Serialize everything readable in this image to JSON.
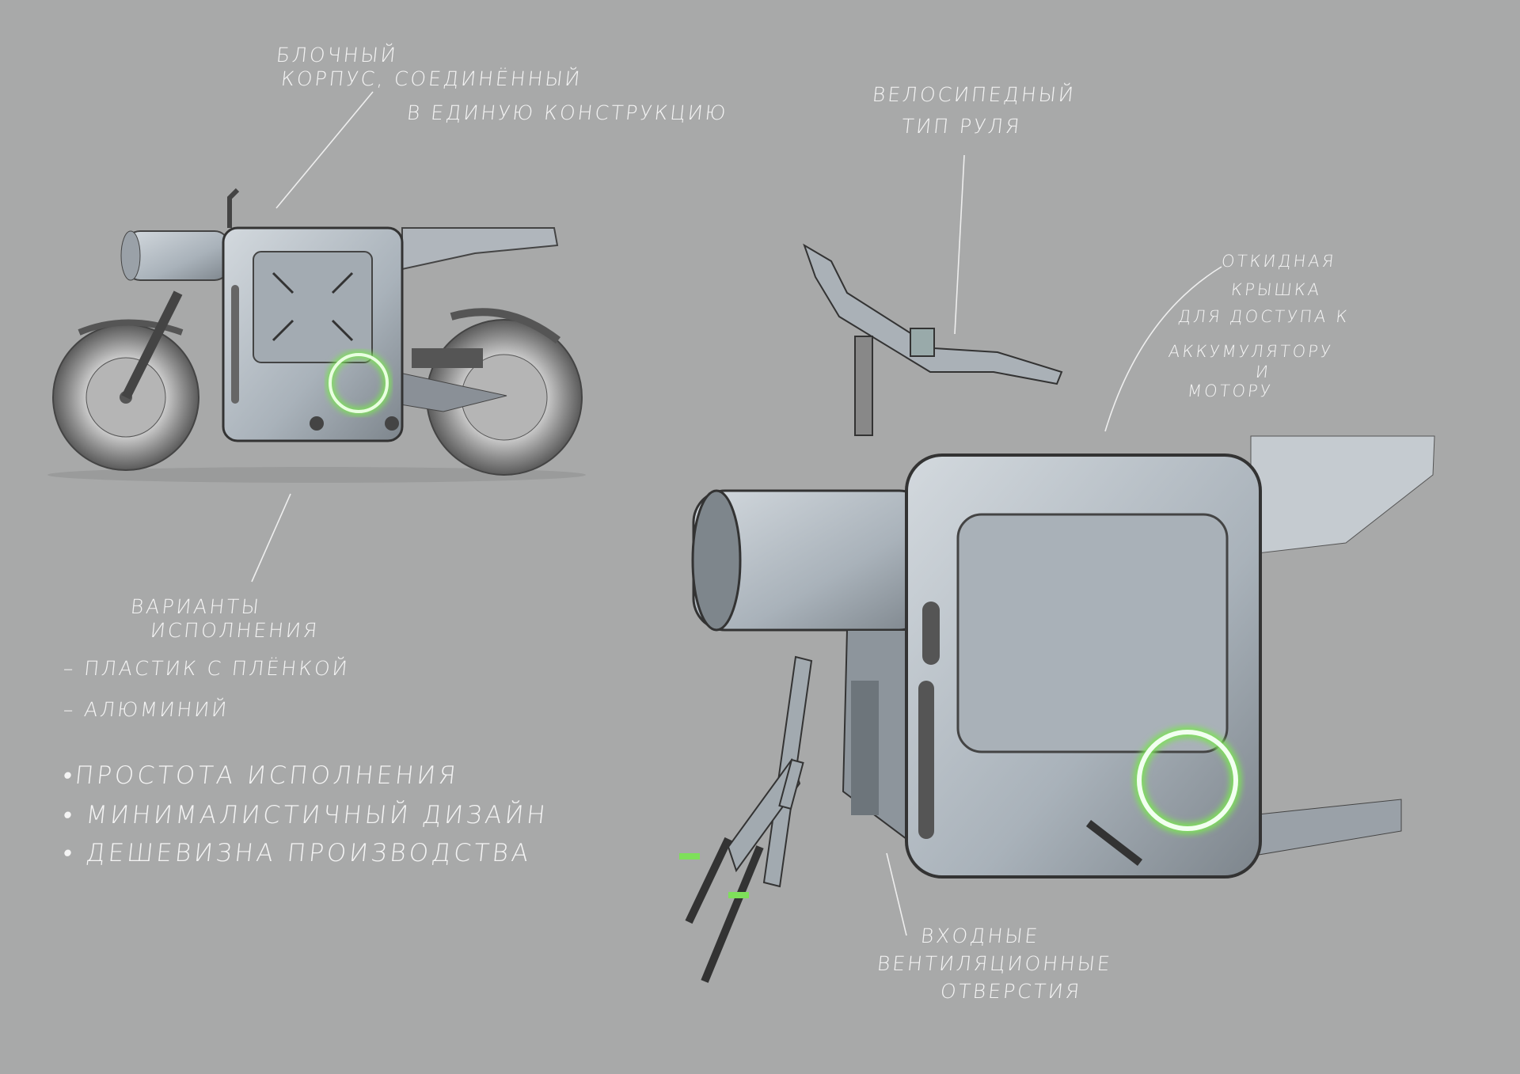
{
  "annotations": {
    "body": [
      "Блочный",
      "корпус, соединённый",
      "в единую конструкцию"
    ],
    "handlebar": [
      "Велосипедный",
      "тип руля"
    ],
    "lid": [
      "Откидная",
      "крышка",
      "для доступа к",
      "аккумулятору",
      "и",
      "мотору"
    ],
    "variants": {
      "title": [
        "Варианты",
        "исполнения"
      ],
      "items": [
        "– пластик с плёнкой",
        "– алюминий"
      ]
    },
    "advantages": [
      "•Простота исполнения",
      "• Минималистичный дизайн",
      "• Дешевизна производства"
    ],
    "vents": [
      "Входные",
      "вентиляционные",
      "отверстия"
    ]
  },
  "colors": {
    "background": "#a8a9a9",
    "accent_ring": "#7ee05a",
    "body_metal": "#b8c0c8",
    "annotation_text": "#f4f4f4"
  }
}
